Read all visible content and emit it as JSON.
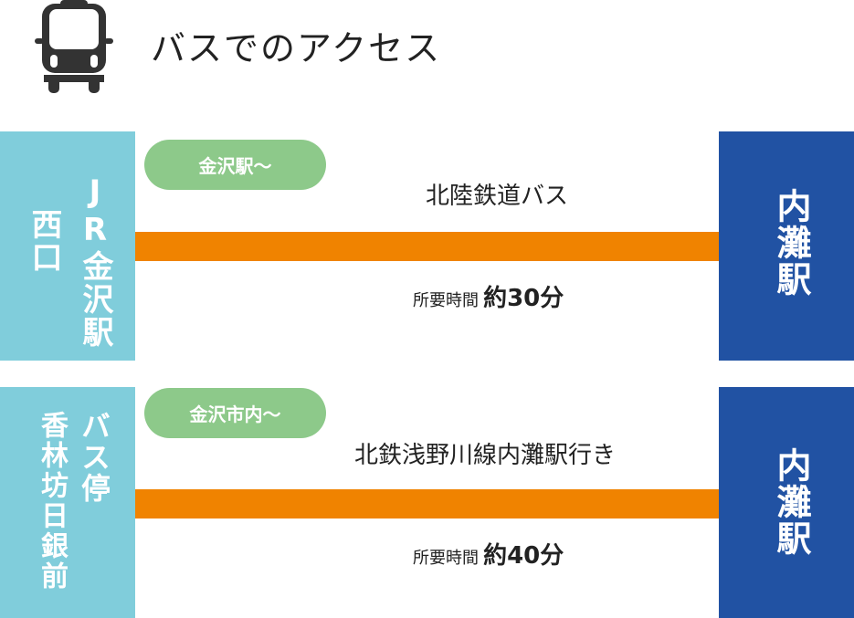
{
  "header": {
    "icon": "bus-icon",
    "title": "バスでのアクセス"
  },
  "colors": {
    "origin": "#80cddb",
    "destination": "#2152a3",
    "route_bar": "#f08300",
    "tag": "#8dc98a"
  },
  "routes": [
    {
      "origin_line1": "JR金沢駅",
      "origin_line2": "西口",
      "tag": "金沢駅〜",
      "name": "北陸鉄道バス",
      "time_label": "所要時間",
      "time_value": "約30分",
      "destination": "内灘駅"
    },
    {
      "origin_line1": "バス停",
      "origin_line2": "香林坊日銀前",
      "tag": "金沢市内〜",
      "name": "北鉄浅野川線内灘駅行き",
      "time_label": "所要時間",
      "time_value": "約40分",
      "destination": "内灘駅"
    }
  ]
}
